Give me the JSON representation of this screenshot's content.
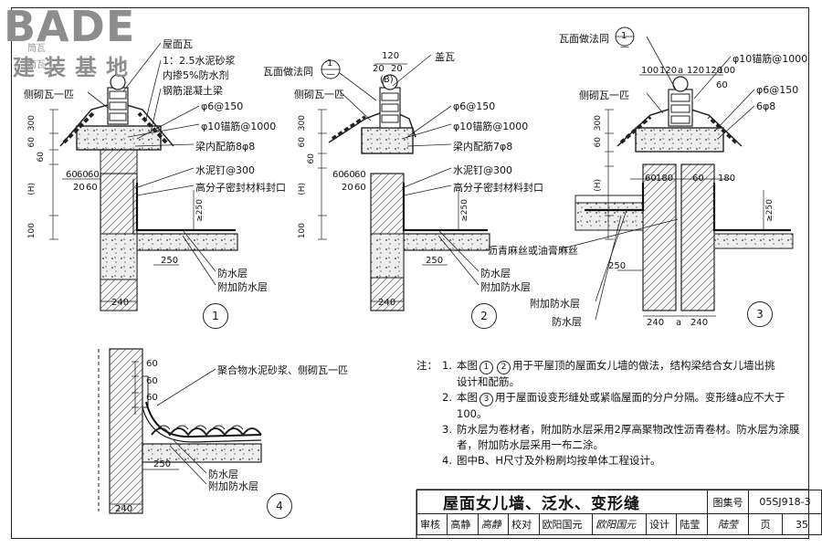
{
  "watermark": {
    "brand": "BADE",
    "cn": "建装基地"
  },
  "d1": {
    "callouts": [
      "屋面瓦",
      "1：2.5水泥砂浆",
      "内掺5%防水剂",
      "钢筋混凝土梁",
      "侧砌瓦一匹",
      "φ6@150",
      "φ10锚筋@1000",
      "梁内配筋8φ8",
      "水泥钉@300",
      "高分子密封材料封口",
      "防水层",
      "附加防水层"
    ],
    "faint": [
      "筒瓦",
      "筒瓦"
    ],
    "dims": [
      "300",
      "60",
      "60",
      "(H)",
      "100",
      "60",
      "60",
      "60",
      "20",
      "60",
      "≥250",
      "250",
      "240"
    ],
    "num": "1"
  },
  "d2": {
    "callouts": [
      "盖瓦",
      "瓦面做法同",
      "φ6@150",
      "φ10锚筋@1000",
      "梁内配筋7φ8",
      "水泥钉@300",
      "高分子密封材料封口",
      "防水层",
      "附加防水层",
      "侧砌瓦一匹"
    ],
    "ref_top": "1",
    "ref_bottom": "—",
    "dims": [
      "120",
      "20",
      "20",
      "(B)",
      "300",
      "60",
      "60",
      "(H)",
      "100",
      "60",
      "60",
      "60",
      "20",
      "60",
      "≥250",
      "250",
      "240"
    ],
    "num": "2"
  },
  "d3": {
    "callouts": [
      "瓦面做法同",
      "φ10锚筋@1000",
      "侧砌瓦一匹",
      "φ6@150",
      "6φ8",
      "沥青麻丝或油膏麻丝",
      "附加防水层",
      "防水层"
    ],
    "ref_top": "1",
    "ref_bottom": "—",
    "dims": [
      "100",
      "120",
      "a",
      "120",
      "120",
      "100",
      "60",
      "300",
      "60",
      "(H)",
      "60",
      "180",
      "60",
      "180",
      "≥250",
      "250",
      "240",
      "a",
      "240"
    ],
    "num": "3"
  },
  "d4": {
    "callouts": [
      "聚合物水泥砂浆、侧砌瓦一匹",
      "防水层",
      "附加防水层"
    ],
    "dims": [
      "60",
      "60",
      "60",
      "250",
      "240"
    ],
    "num": "4"
  },
  "notes": {
    "head": "注：",
    "items": [
      {
        "n": "1.",
        "t1": "本图",
        "c1": "1",
        "c2": "2",
        "t2": "用于平屋顶的屋面女儿墙的做法，结构梁结合女儿墙出挑",
        "t3": "设计和配筋。"
      },
      {
        "n": "2.",
        "t1": "本图",
        "c1": "3",
        "t2": "用于屋面设变形缝处或紧临屋面的分户分隔。变形缝a应不大于",
        "t3": "100。"
      },
      {
        "n": "3.",
        "t1": "防水层为卷材者，附加防水层采用2厚高聚物改性沥青卷材。防水层为涂膜",
        "t3": "者，附加防水层采用一布二涂。"
      },
      {
        "n": "4.",
        "t1": "图中B、H尺寸及外粉刷均按单体工程设计。"
      }
    ]
  },
  "titleblock": {
    "title": "屋面女儿墙、泛水、变形缝",
    "atlas_label": "图集号",
    "atlas_no": "05SJ918-3",
    "review_label": "审核",
    "review_name": "高静",
    "review_sign": "高静",
    "check_label": "校对",
    "check_name": "欧阳国元",
    "check_sign": "欧阳国元",
    "design_label": "设计",
    "design_name": "陆莹",
    "design_sign": "陆莹",
    "page_label": "页",
    "page_no": "35"
  }
}
